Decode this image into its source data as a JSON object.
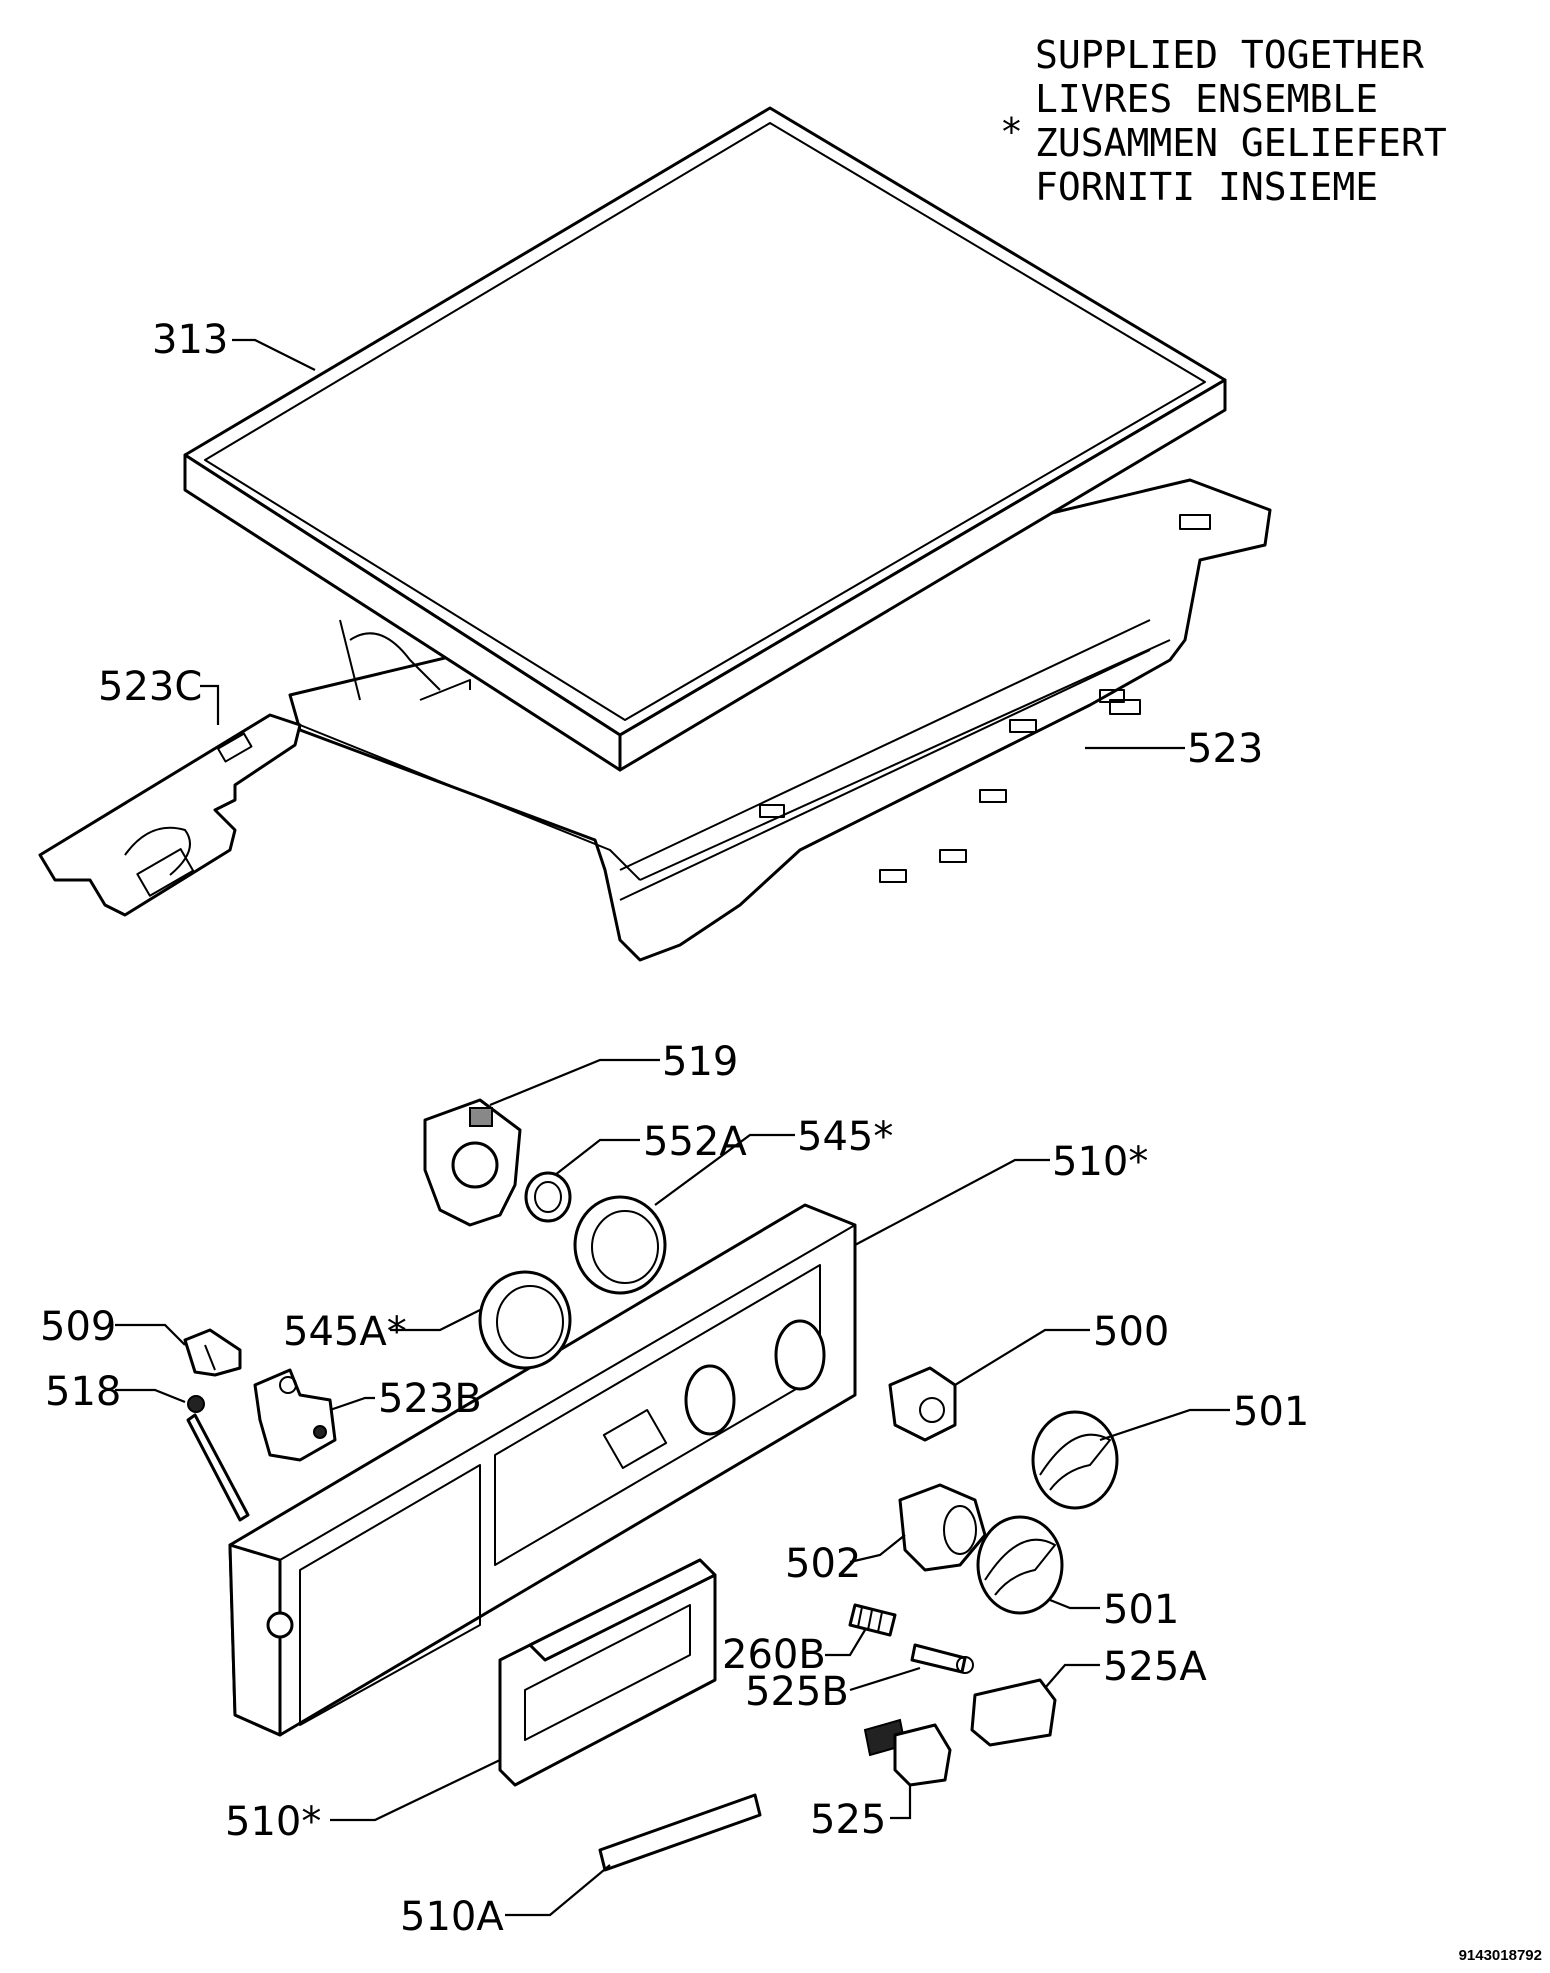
{
  "legend": {
    "symbol": "*",
    "lines": [
      "SUPPLIED TOGETHER",
      "LIVRES ENSEMBLE",
      "ZUSAMMEN GELIEFERT",
      "FORNITI INSIEME"
    ]
  },
  "labels": {
    "p313": "313",
    "p523c": "523C",
    "p523": "523",
    "p519": "519",
    "p552a": "552A",
    "p545s": "545*",
    "p510s_top": "510*",
    "p509": "509",
    "p545as": "545A*",
    "p518": "518",
    "p523b": "523B",
    "p500": "500",
    "p501_top": "501",
    "p502": "502",
    "p501_bottom": "501",
    "p260b": "260B",
    "p525a": "525A",
    "p525b": "525B",
    "p525": "525",
    "p510s_bottom": "510*",
    "p510a": "510A"
  },
  "document_number": "9143018792"
}
